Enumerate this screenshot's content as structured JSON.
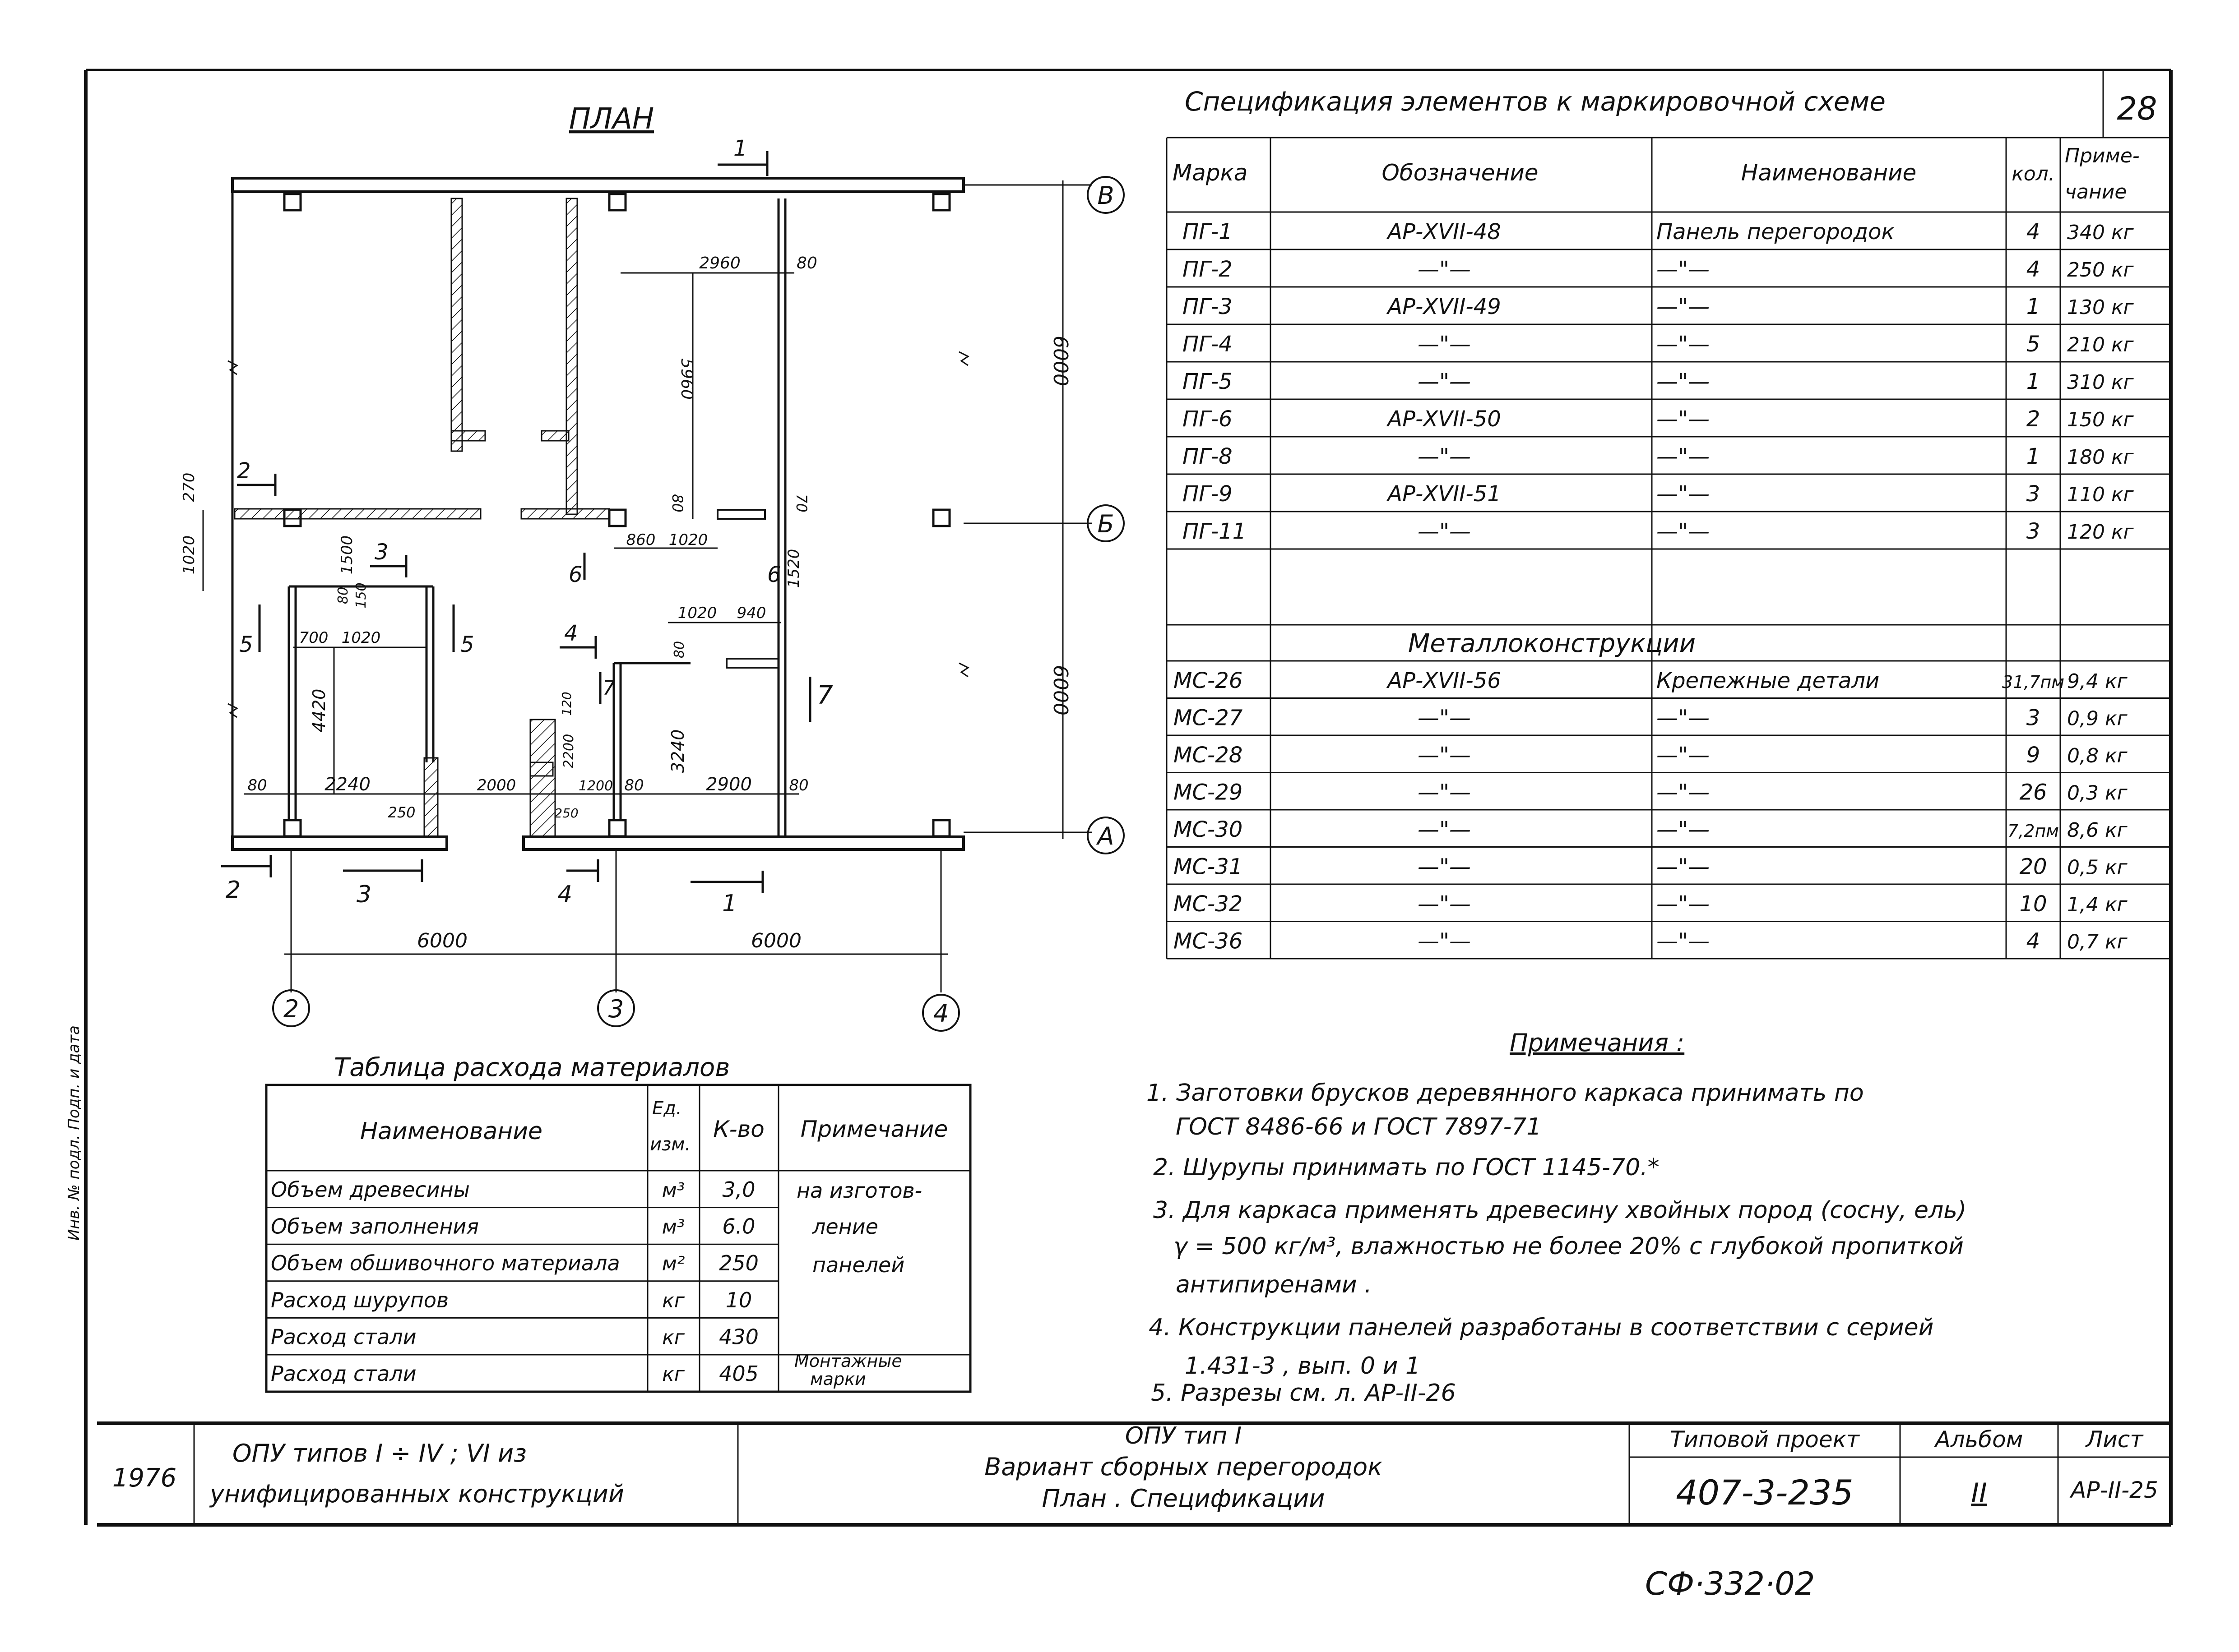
{
  "sheet_no": "28",
  "plan": {
    "title": "ПЛАН",
    "axes_letters": [
      "В",
      "Б",
      "А"
    ],
    "axes_numbers": [
      "2",
      "3",
      "4"
    ],
    "dim_bottom": [
      "6000",
      "6000"
    ],
    "dim_right": [
      "6000",
      "6000"
    ],
    "section_marks": [
      "1",
      "2",
      "3",
      "4",
      "5",
      "5",
      "6",
      "6",
      "7",
      "7",
      "1",
      "2",
      "3",
      "4"
    ],
    "dims": {
      "d2960": "2960",
      "d80a": "80",
      "d5960": "5960",
      "d80b": "80",
      "d70": "70",
      "d270": "270",
      "d1020a": "1020",
      "d1500": "1500",
      "d80c": "80",
      "d150": "150",
      "d860": "860",
      "d1020b": "1020",
      "d1520": "1520",
      "d700": "700",
      "d1020c": "1020",
      "d4420": "4420",
      "d1020d": "1020",
      "d940": "940",
      "d80d": "80",
      "d120": "120",
      "d2200": "2200",
      "d3240": "3240",
      "d80e": "80",
      "d2240": "2240",
      "d250a": "250",
      "d2000": "2000",
      "d1200": "1200",
      "d80f": "80",
      "d2900": "2900",
      "d80g": "80",
      "d250b": "250"
    }
  },
  "spec": {
    "title": "Спецификация элементов к маркировочной схеме",
    "headers": [
      "Марка",
      "Обозначение",
      "Наименование",
      "кол.",
      "Приме-",
      "чание"
    ],
    "rows": [
      {
        "mark": "ПГ-1",
        "code": "АР-ХVII-48",
        "name": "Панель перегородок",
        "qty": "4",
        "note": "340 кг"
      },
      {
        "mark": "ПГ-2",
        "code": "—\"—",
        "name": "—\"—",
        "qty": "4",
        "note": "250 кг"
      },
      {
        "mark": "ПГ-3",
        "code": "АР-ХVII-49",
        "name": "—\"—",
        "qty": "1",
        "note": "130 кг"
      },
      {
        "mark": "ПГ-4",
        "code": "—\"—",
        "name": "—\"—",
        "qty": "5",
        "note": "210 кг"
      },
      {
        "mark": "ПГ-5",
        "code": "—\"—",
        "name": "—\"—",
        "qty": "1",
        "note": "310 кг"
      },
      {
        "mark": "ПГ-6",
        "code": "АР-ХVII-50",
        "name": "—\"—",
        "qty": "2",
        "note": "150 кг"
      },
      {
        "mark": "ПГ-8",
        "code": "—\"—",
        "name": "—\"—",
        "qty": "1",
        "note": "180 кг"
      },
      {
        "mark": "ПГ-9",
        "code": "АР-ХVII-51",
        "name": "—\"—",
        "qty": "3",
        "note": "110 кг"
      },
      {
        "mark": "ПГ-11",
        "code": "—\"—",
        "name": "—\"—",
        "qty": "3",
        "note": "120 кг"
      }
    ],
    "metal_title": "Металлоконструкции",
    "metal_rows": [
      {
        "mark": "МС-26",
        "code": "АР-ХVII-56",
        "name": "Крепежные детали",
        "qty": "31,7пм",
        "note": "9,4 кг"
      },
      {
        "mark": "МС-27",
        "code": "—\"—",
        "name": "—\"—",
        "qty": "3",
        "note": "0,9 кг"
      },
      {
        "mark": "МС-28",
        "code": "—\"—",
        "name": "—\"—",
        "qty": "9",
        "note": "0,8 кг"
      },
      {
        "mark": "МС-29",
        "code": "—\"—",
        "name": "—\"—",
        "qty": "26",
        "note": "0,3 кг"
      },
      {
        "mark": "МС-30",
        "code": "—\"—",
        "name": "—\"—",
        "qty": "7,2пм",
        "note": "8,6 кг"
      },
      {
        "mark": "МС-31",
        "code": "—\"—",
        "name": "—\"—",
        "qty": "20",
        "note": "0,5 кг"
      },
      {
        "mark": "МС-32",
        "code": "—\"—",
        "name": "—\"—",
        "qty": "10",
        "note": "1,4 кг"
      },
      {
        "mark": "МС-36",
        "code": "—\"—",
        "name": "—\"—",
        "qty": "4",
        "note": "0,7 кг"
      }
    ]
  },
  "materials": {
    "title": "Таблица расхода материалов",
    "headers": [
      "Наименование",
      "Ед.",
      "изм.",
      "К-во",
      "Примечание"
    ],
    "rows": [
      {
        "name": "Объем древесины",
        "unit": "м³",
        "qty": "3,0"
      },
      {
        "name": "Объем заполнения",
        "unit": "м³",
        "qty": "6.0"
      },
      {
        "name": "Объем обшивочного материала",
        "unit": "м²",
        "qty": "250"
      },
      {
        "name": "Расход шурупов",
        "unit": "кг",
        "qty": "10"
      },
      {
        "name": "Расход стали",
        "unit": "кг",
        "qty": "430"
      },
      {
        "name": "Расход стали",
        "unit": "кг",
        "qty": "405"
      }
    ],
    "note_lines": [
      "на изготов-",
      "ление",
      "панелей"
    ],
    "note_last_lines": [
      "Монтажные",
      "марки"
    ]
  },
  "notes": {
    "title": "Примечания :",
    "lines": [
      "1. Заготовки брусков деревянного каркаса принимать по",
      "ГОСТ 8486-66 и ГОСТ 7897-71",
      "2. Шурупы принимать по ГОСТ 1145-70.*",
      "3. Для каркаса применять древесину хвойных пород (сосну, ель)",
      "γ = 500 кг/м³, влажностью не более 20% с глубокой пропиткой",
      "антипиренами .",
      "4. Конструкции панелей разработаны в соответствии с серией",
      "1.431-3 , вып. 0 и 1",
      "5. Разрезы см. л. АР-II-26"
    ]
  },
  "title_block": {
    "year": "1976",
    "project_line1": "ОПУ типов I ÷ IV ; VI из",
    "project_line2": "унифицированных конструкций",
    "desc_line1": "ОПУ тип I",
    "desc_line2": "Вариант сборных перегородок",
    "desc_line3": "План . Спецификации",
    "typical_label": "Типовой проект",
    "typical_value": "407-3-235",
    "album_label": "Альбом",
    "album_value": "II",
    "sheet_label": "Лист",
    "sheet_value": "АР-II-25"
  },
  "stamp": "СФ·332·02",
  "side_text": "Инв. № подл. Подп. и дата"
}
